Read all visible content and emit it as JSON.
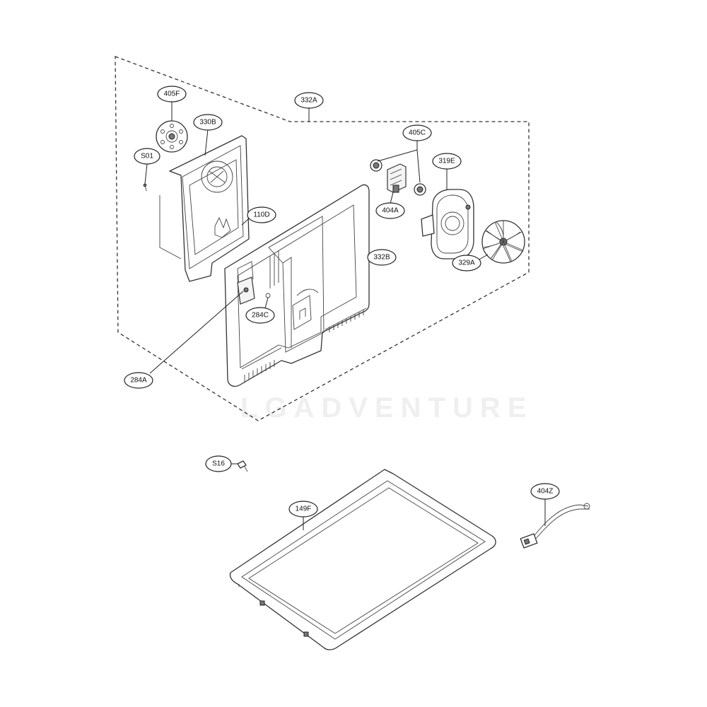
{
  "callouts": {
    "c405F": "405F",
    "c330B": "330B",
    "cS01": "S01",
    "c332A": "332A",
    "c405C": "405C",
    "c319E": "319E",
    "c404A": "404A",
    "c110D": "110D",
    "c332B": "332B",
    "c329A": "329A",
    "c284C": "284C",
    "c284A": "284A",
    "cS16": "S16",
    "c404Z": "404Z",
    "c149F": "149F"
  },
  "watermark": "LGADVENTURE",
  "colors": {
    "line": "#333333",
    "background": "#ffffff"
  }
}
